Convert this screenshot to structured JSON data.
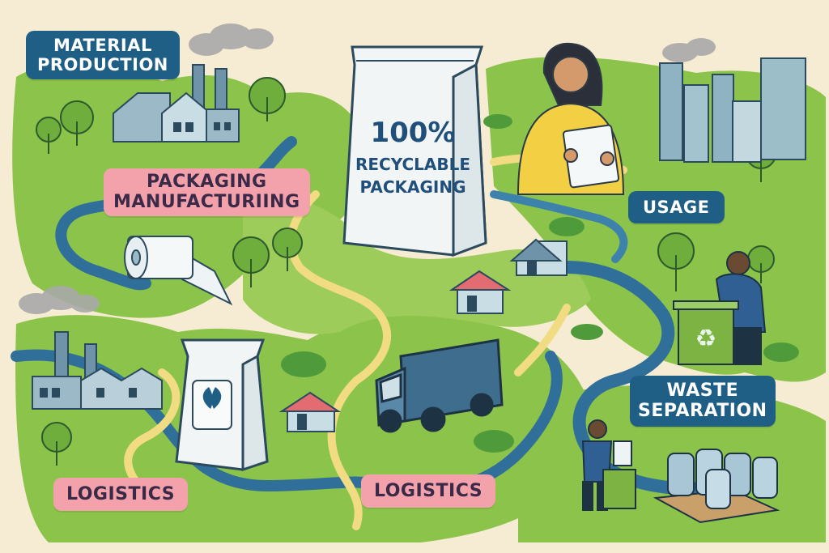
{
  "labels": {
    "material_production": [
      "MATERIAL",
      "PRODUCTION"
    ],
    "packaging_manufacturing": [
      "PACKAGING",
      "MANUFACTURIING"
    ],
    "usage": "USAGE",
    "waste_separation": [
      "WASTE",
      "SEPARATION"
    ],
    "logistics_left": "LOGISTICS",
    "logistics_center": "LOGISTICS"
  },
  "bag": {
    "headline": "100%",
    "line1": "RECYCLABLE",
    "line2": "PACKAGING"
  },
  "colors": {
    "background": "#f6ecd3",
    "land": "#8cc34a",
    "river": "#2f6f9a",
    "path": "#f1dc83",
    "label_blue": "#1f5f86",
    "label_pink": "#f3a2ac"
  },
  "icons": [
    "factory-icon",
    "house-icon",
    "tree-icon",
    "film-roll-icon",
    "packaging-bag-icon",
    "truck-icon",
    "recycling-bin-icon",
    "person-icon",
    "city-skyline-icon",
    "jar-pallet-icon"
  ]
}
